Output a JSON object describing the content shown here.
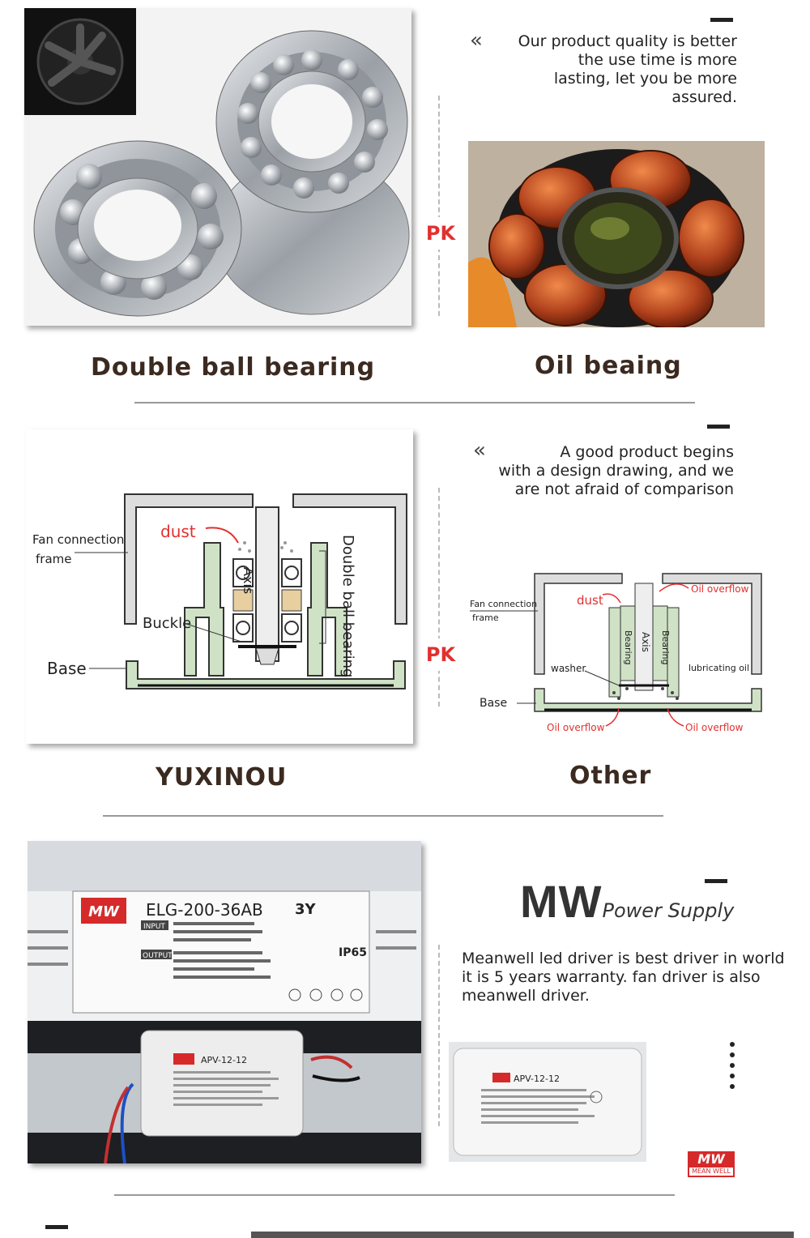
{
  "section1": {
    "quote": [
      "Our product quality is better",
      "the use time is more",
      "lasting, let you be more",
      "assured."
    ],
    "pk": "PK",
    "left_caption": "Double ball bearing",
    "right_caption": "Oil beaing"
  },
  "section2": {
    "quote": [
      "A good product begins",
      "with a design drawing, and we",
      "are not afraid of comparison"
    ],
    "pk": "PK",
    "left_caption": "YUXINOU",
    "right_caption": "Other",
    "left_diagram": {
      "dust": "dust",
      "fan_connection": "Fan connection",
      "frame": "frame",
      "axis": "Axis",
      "buckle": "Buckle",
      "base": "Base",
      "double_ball_bearing": "Double ball bearing"
    },
    "right_diagram": {
      "dust": "dust",
      "oil_overflow_top": "Oil overflow",
      "fan_connection": "Fan connection",
      "frame": "frame",
      "bearing_left": "Bearing",
      "axis": "Axis",
      "bearing_right": "Bearing",
      "washer": "washer",
      "lubricating_oil": "lubricating oil",
      "base": "Base",
      "oil_overflow_left": "Oil overflow",
      "oil_overflow_right": "Oil overflow"
    }
  },
  "section3": {
    "brand": "MW",
    "brand_suffix": "Power Supply",
    "description": [
      "Meanwell led driver is best driver in world",
      "it is 5 years warranty. fan driver is also",
      "meanwell driver."
    ],
    "label_model": "ELG-200-36AB",
    "label_model_suffix": "3Y",
    "label_input": "INPUT",
    "label_output": "OUTPUT",
    "label_rating": "IP65",
    "small_driver_model": "APV-12-12",
    "logo_text": "MEAN WELL",
    "logo_mark": "MW"
  },
  "colors": {
    "accent_red": "#e23030",
    "text_dark": "#222222",
    "caption_brown": "#3b2a20",
    "divider": "#999999"
  }
}
